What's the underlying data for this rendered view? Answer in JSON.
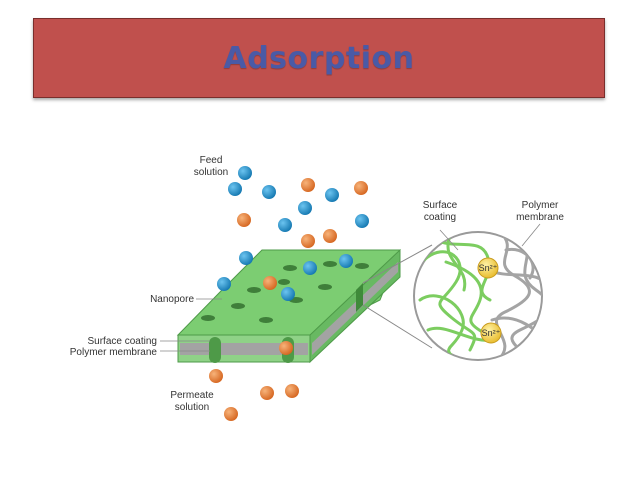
{
  "title": "Adsorption",
  "labels": {
    "feed_line1": "Feed",
    "feed_line2": "solution",
    "nanopore": "Nanopore",
    "surface_coating_left": "Surface coating",
    "polymer_membrane_left": "Polymer membrane",
    "permeate_line1": "Permeate",
    "permeate_line2": "solution",
    "surface_line1": "Surface",
    "surface_line2": "coating",
    "polymer_line1": "Polymer",
    "polymer_line2": "membrane",
    "ion_top": "Sn²⁺",
    "ion_bottom": "Sn²⁺"
  },
  "colors": {
    "banner": "#c0504d",
    "title_text": "#4a5aa6",
    "membrane_green": "#6fc36a",
    "membrane_gray": "#9a9a9a",
    "blue_particle": "#1f8fc8",
    "orange_particle": "#e8803a",
    "ion_yellow": "#f2cf4a"
  }
}
